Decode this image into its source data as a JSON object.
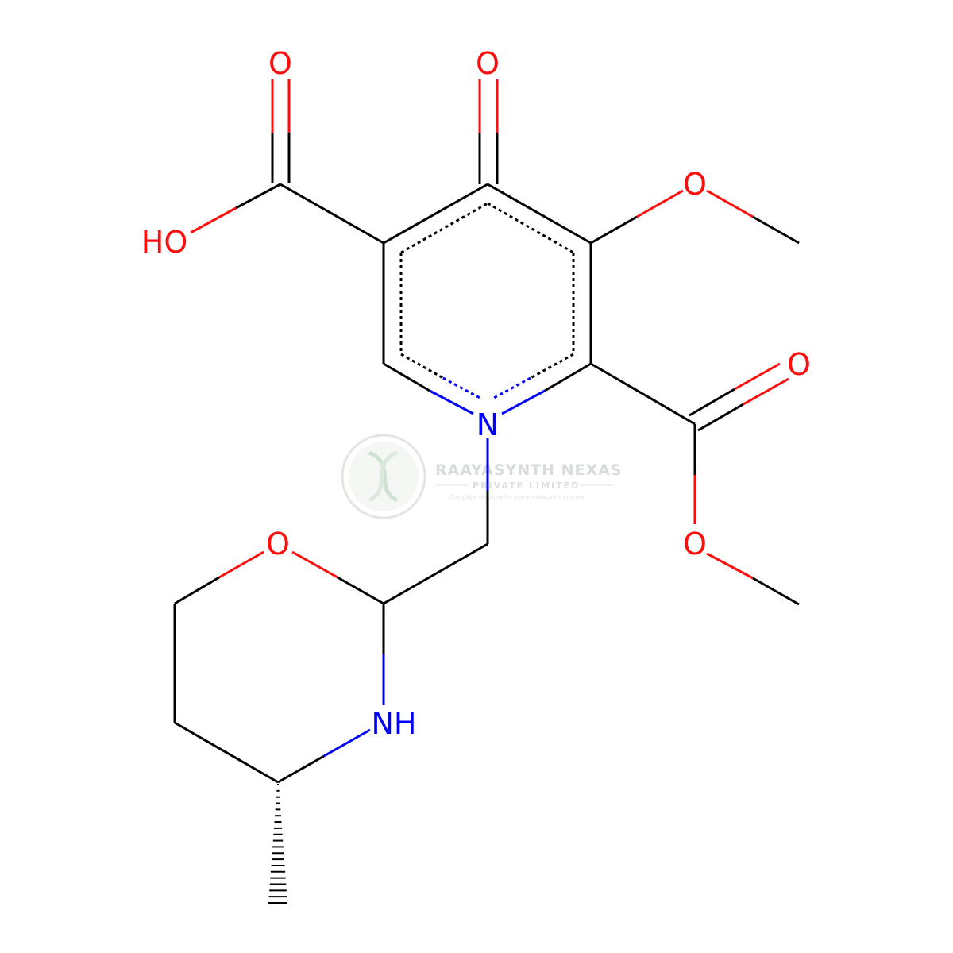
{
  "watermark": {
    "company": "RAAYASYNTH NEXAS",
    "subtitle": "PRIVATE LIMITED",
    "tagline": "Complete solutions for every molecule's journey"
  },
  "colors": {
    "oxygen": "#ff0d0d",
    "nitrogen": "#0000ff",
    "carbon": "#000000",
    "watermark": "#b5c9b8"
  },
  "atom_labels": {
    "o_acid_carbonyl": "O",
    "o_ketone": "O",
    "o_acid_hydroxyl": "HO",
    "o_methoxy": "O",
    "o_ester_carbonyl": "O",
    "o_ester_ether": "O",
    "n_ring": "N",
    "o_morpholine": "O",
    "nh_morpholine": "NH"
  }
}
